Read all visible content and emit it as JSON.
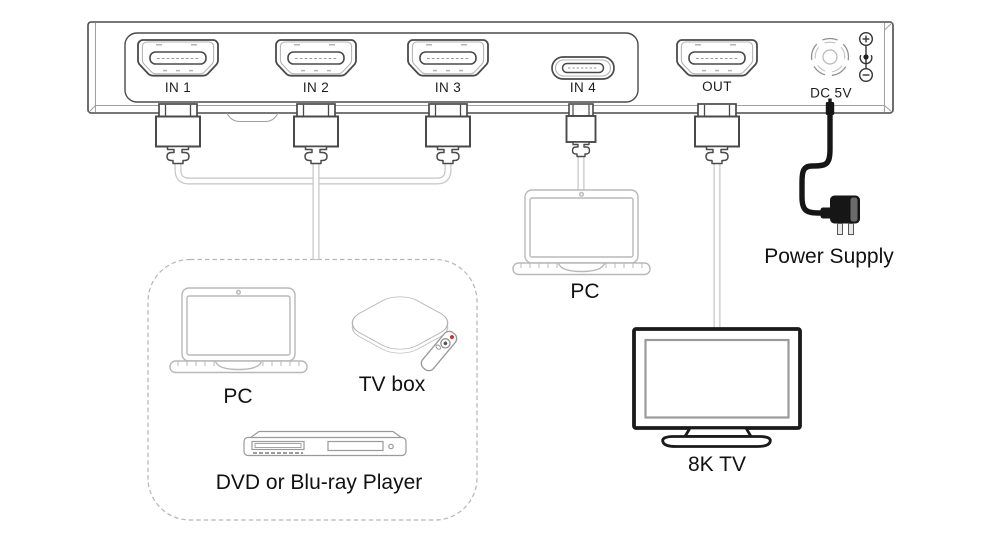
{
  "ports": {
    "in1": "IN 1",
    "in2": "IN 2",
    "in3": "IN 3",
    "in4": "IN 4",
    "out": "OUT",
    "dc": "DC 5V"
  },
  "devices": {
    "source_pc": "PC",
    "tv_box": "TV box",
    "dvd": "DVD or Blu-ray Player",
    "usb_pc": "PC",
    "tv": "8K TV",
    "power": "Power Supply"
  },
  "colors": {
    "outline_dark": "#4a4a4a",
    "outline_light": "#b3b3b3",
    "cable_gray": "#c4c4c4",
    "power_black": "#161616",
    "remote_led_red": "#c0392b"
  }
}
